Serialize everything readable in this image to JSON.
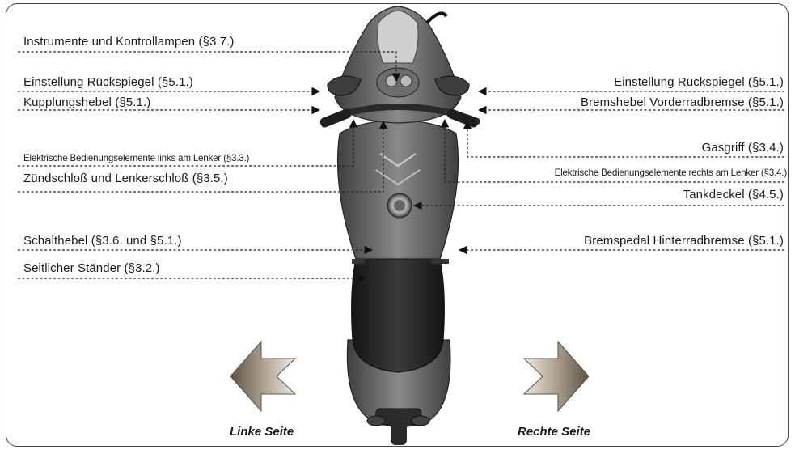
{
  "labels_left": [
    {
      "id": "instrumente",
      "text": "Instrumente und Kontrollampen (§3.7.)"
    },
    {
      "id": "rueckspiegel-links",
      "text": "Einstellung Rückspiegel (§5.1.)"
    },
    {
      "id": "kupplungshebel",
      "text": "Kupplungshebel (§5.1.)"
    },
    {
      "id": "bedienung-links",
      "text": "Elektrische Bedienungselemente links am Lenker (§3.3.)"
    },
    {
      "id": "zuendschloss",
      "text": "Zündschloß und Lenkerschloß (§3.5.)"
    },
    {
      "id": "schalthebel",
      "text": "Schalthebel (§3.6. und §5.1.)"
    },
    {
      "id": "staender",
      "text": "Seitlicher Ständer (§3.2.)"
    }
  ],
  "labels_right": [
    {
      "id": "rueckspiegel-rechts",
      "text": "Einstellung Rückspiegel (§5.1.)"
    },
    {
      "id": "bremshebel",
      "text": "Bremshebel Vorderradbremse (§5.1.)"
    },
    {
      "id": "gasgriff",
      "text": "Gasgriff (§3.4.)"
    },
    {
      "id": "bedienung-rechts",
      "text": "Elektrische Bedienungselemente rechts am Lenker (§3.4.)"
    },
    {
      "id": "tankdeckel",
      "text": "Tankdeckel (§4.5.)"
    },
    {
      "id": "bremspedal",
      "text": "Bremspedal Hinterradbremse (§5.1.)"
    }
  ],
  "captions": {
    "left": "Linke Seite",
    "right": "Rechte Seite"
  },
  "colors": {
    "frame": "#444444",
    "leader": "#222222",
    "arrow_left": "#8c7f70",
    "arrow_right": "#8c7f70",
    "bike_body": "#5e5e5e"
  }
}
